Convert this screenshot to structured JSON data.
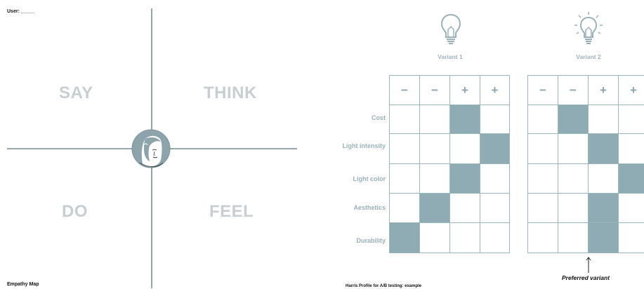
{
  "empathy_map": {
    "user_label": "User: _____",
    "footer": "Empathy Map",
    "quadrants": {
      "say": "SAY",
      "think": "THINK",
      "do": "DO",
      "feel": "FEEL"
    }
  },
  "harris_profile": {
    "footer": "Harris Profile for A/B testing: example",
    "preferred_note": "Preferred variant",
    "headers": [
      "−",
      "−",
      "+",
      "+"
    ],
    "criteria": [
      "Cost",
      "Light intensity",
      "Light color",
      "Aesthetics",
      "Durability"
    ],
    "variants": [
      {
        "name": "Variant 1",
        "icon": "lightbulb-icon",
        "scores": [
          3,
          4,
          3,
          2,
          1
        ]
      },
      {
        "name": "Variant 2",
        "icon": "lightbulb-lit-icon",
        "scores": [
          2,
          3,
          4,
          3,
          3
        ]
      }
    ],
    "colors": {
      "fill": "#8fabb3",
      "grid": "#9ab7bc",
      "label": "#9ab0ba"
    }
  }
}
